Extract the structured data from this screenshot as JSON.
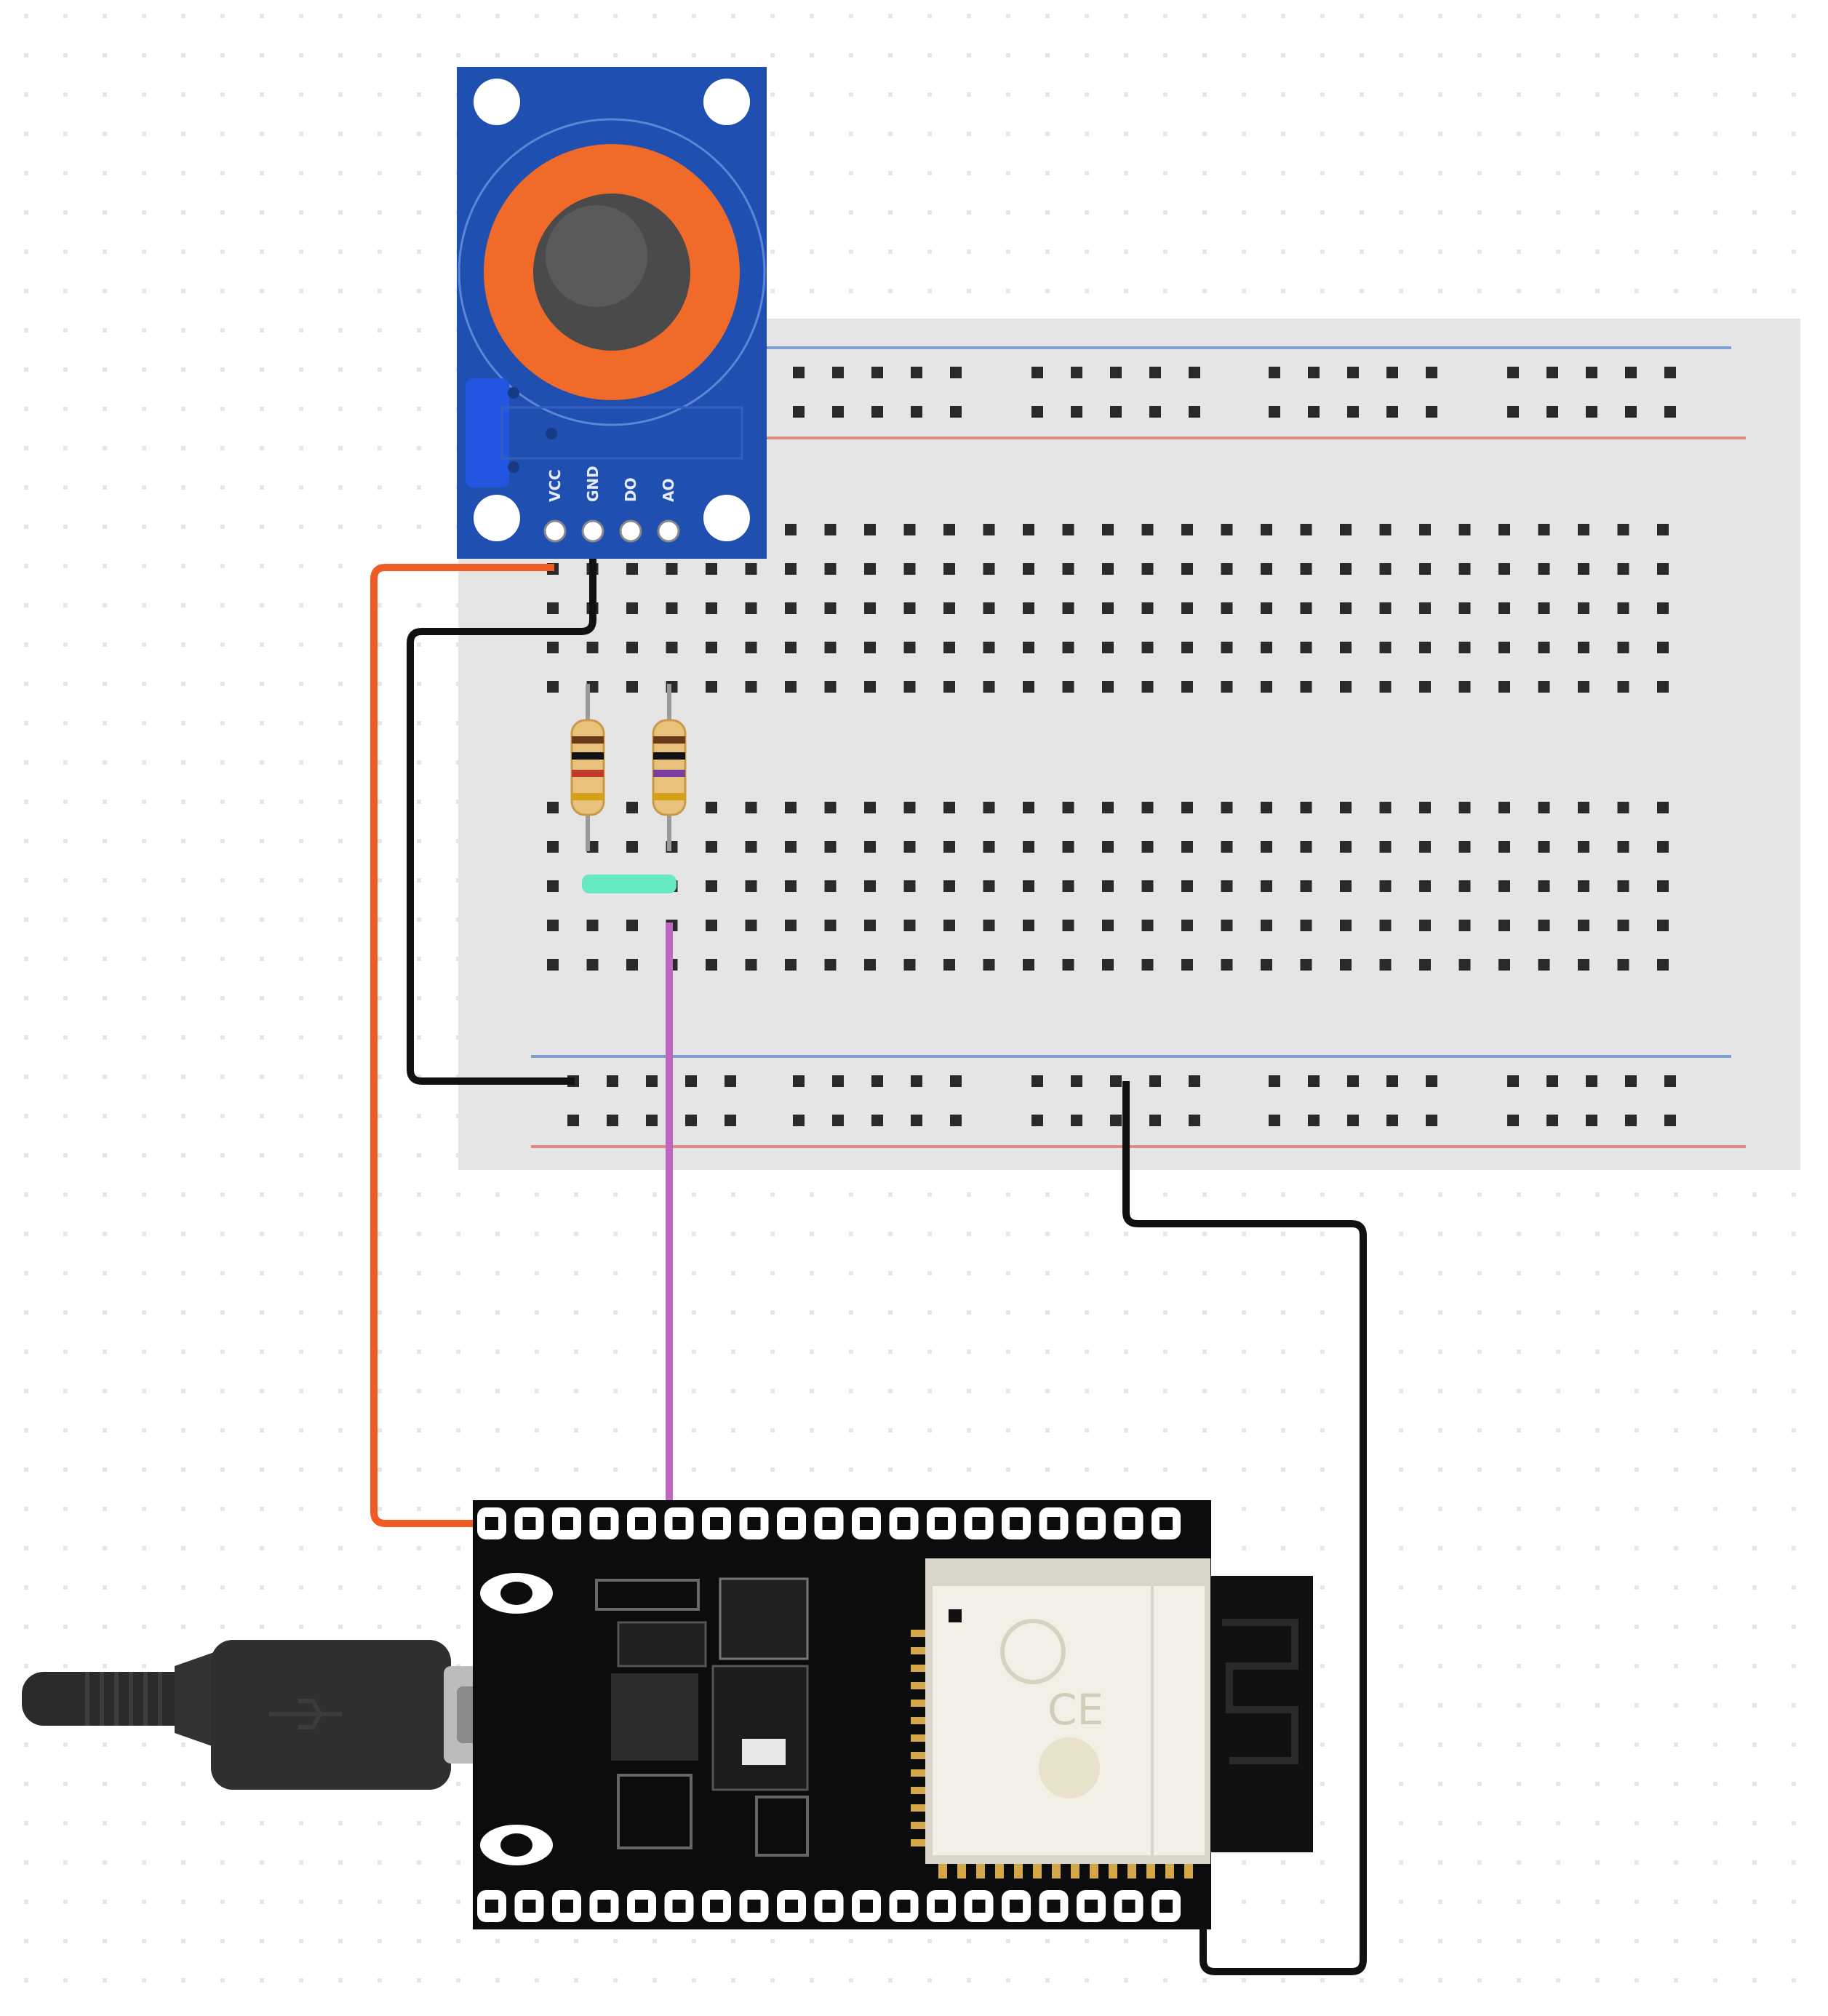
{
  "colors": {
    "canvas_dot": "#e6e6e6",
    "breadboard_body": "#e5e5e5",
    "breadboard_hole": "#2a2a2a",
    "rail_blue": "#7f9fd0",
    "rail_red": "#e08a80",
    "wire_orange": "#f05a24",
    "wire_black": "#111111",
    "wire_purple": "#c066c0",
    "jumper_green": "#66e8c0",
    "sensor_pcb": "#1f4fb0",
    "sensor_ring": "#f06a2a",
    "esp32_pcb": "#0c0c0c",
    "module_shield": "#f2efe6",
    "usb_cable": "#2a2a2a"
  },
  "components": {
    "gas_sensor": {
      "name": "gas-sensor-module",
      "pin_count": 4
    },
    "breadboard": {
      "name": "half-size-breadboard"
    },
    "resistors": [
      {
        "name": "resistor-left",
        "bands": [
          "#6b3a1a",
          "#111111",
          "#c0392b",
          "#d4a017"
        ]
      },
      {
        "name": "resistor-right",
        "bands": [
          "#6b3a1a",
          "#111111",
          "#7b3fa0",
          "#d4a017"
        ]
      }
    ],
    "microcontroller": {
      "name": "esp32-devkit"
    },
    "cable": {
      "name": "usb-cable"
    }
  },
  "wires": [
    {
      "name": "orange-wire",
      "color": "wire_orange",
      "from": "gas_sensor.pin1",
      "to": "esp32.top_header.pin1"
    },
    {
      "name": "black-wire-sensor-gnd",
      "color": "wire_black",
      "from": "gas_sensor.pin2",
      "to": "breadboard.bottom_rail"
    },
    {
      "name": "purple-wire",
      "color": "wire_purple",
      "from": "breadboard.resistor_node",
      "to": "esp32.top_header.pin5"
    },
    {
      "name": "black-wire-esp-gnd",
      "color": "wire_black",
      "from": "breadboard.bottom_rail",
      "to": "esp32.bottom_header.last_pin"
    }
  ]
}
